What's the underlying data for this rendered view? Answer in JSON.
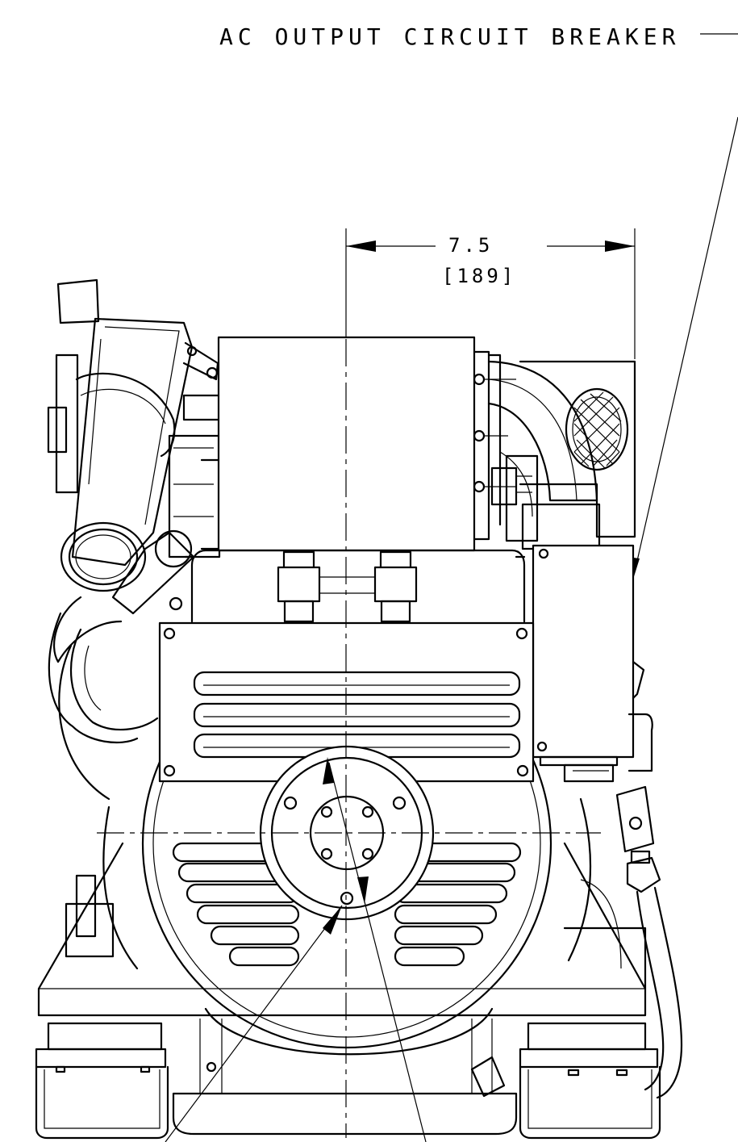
{
  "callouts": {
    "breaker_label": "AC OUTPUT CIRCUIT BREAKER"
  },
  "dimension": {
    "inches": "7.5",
    "millimeters": "[189]"
  }
}
